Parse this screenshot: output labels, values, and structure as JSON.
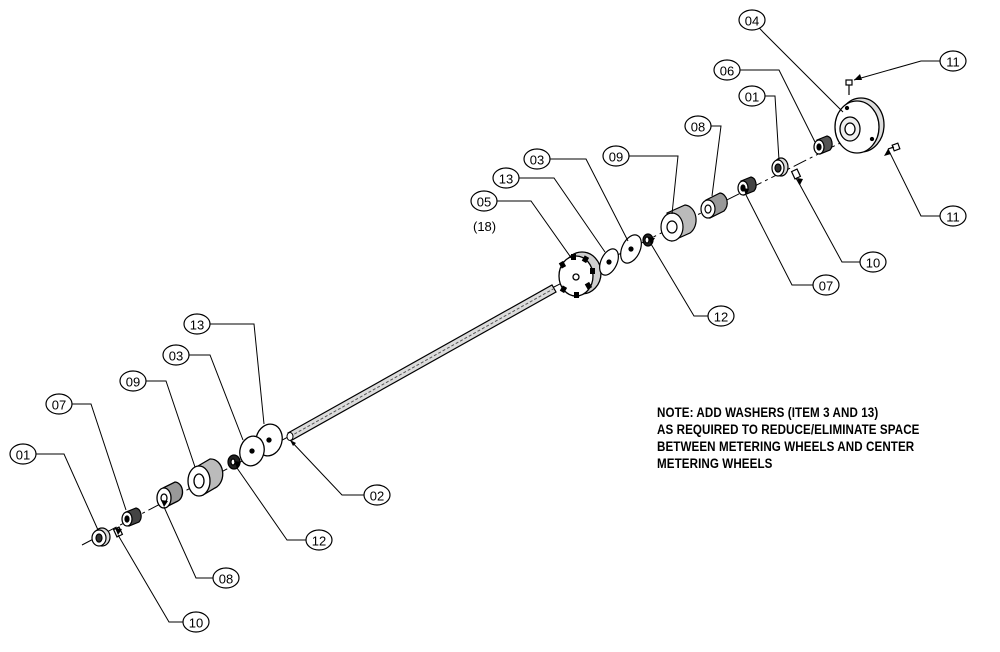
{
  "diagram": {
    "callouts": {
      "c01_top": "01",
      "c04": "04",
      "c06": "06",
      "c11_top": "11",
      "c11_bottom": "11",
      "c08_top": "08",
      "c09_top": "09",
      "c03_top": "03",
      "c13_top": "13",
      "c05": "05",
      "c10_top": "10",
      "c07_top": "07",
      "c12_top": "12",
      "c13_bottom": "13",
      "c03_bottom": "03",
      "c09_bottom": "09",
      "c07_bottom": "07",
      "c01_bottom": "01",
      "c02": "02",
      "c12_bottom": "12",
      "c08_bottom": "08",
      "c10_bottom": "10"
    },
    "quantity_note": "(18)",
    "note_lines": [
      "NOTE: ADD WASHERS (ITEM 3 AND 13)",
      "AS REQUIRED TO REDUCE/ELIMINATE SPACE",
      "BETWEEN METERING WHEELS AND CENTER",
      "METERING WHEELS"
    ]
  }
}
